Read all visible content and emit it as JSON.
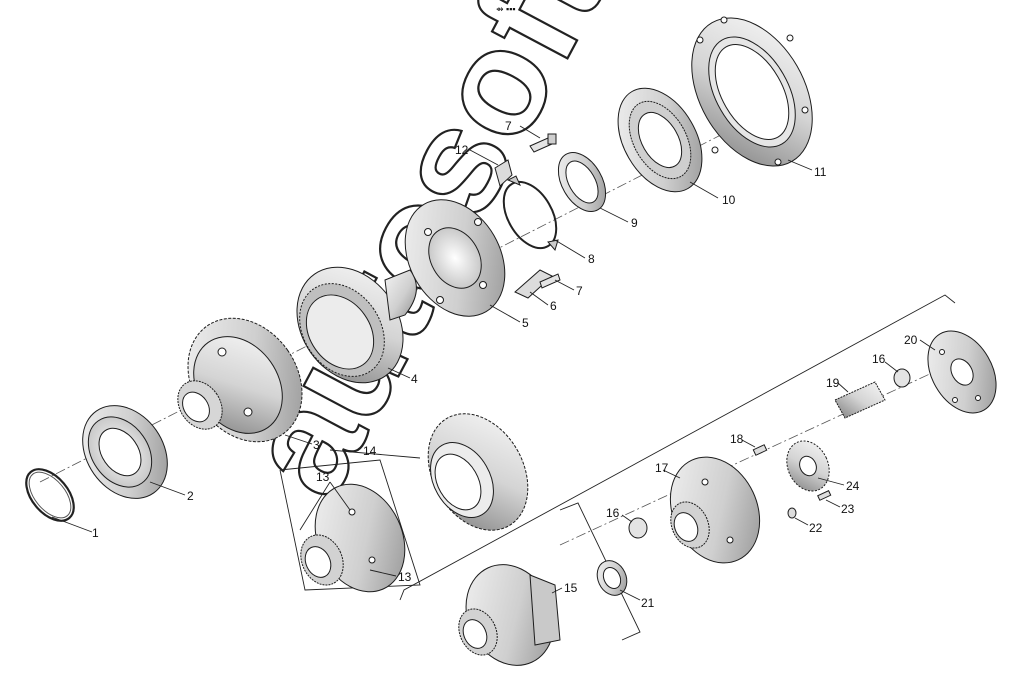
{
  "diagram": {
    "watermark_text": "autosoft",
    "top_marker": "⇴ ▪▪▪",
    "callouts": {
      "c1": "1",
      "c2": "2",
      "c3": "3",
      "c4": "4",
      "c5": "5",
      "c6": "6",
      "c7a": "7",
      "c7b": "7",
      "c8": "8",
      "c9": "9",
      "c10": "10",
      "c11": "11",
      "c12": "12",
      "c13a": "13",
      "c13b": "13",
      "c14": "14",
      "c15": "15",
      "c16a": "16",
      "c16b": "16",
      "c17": "17",
      "c18": "18",
      "c19": "19",
      "c20": "20",
      "c21": "21",
      "c22": "22",
      "c23": "23",
      "c24": "24"
    }
  }
}
